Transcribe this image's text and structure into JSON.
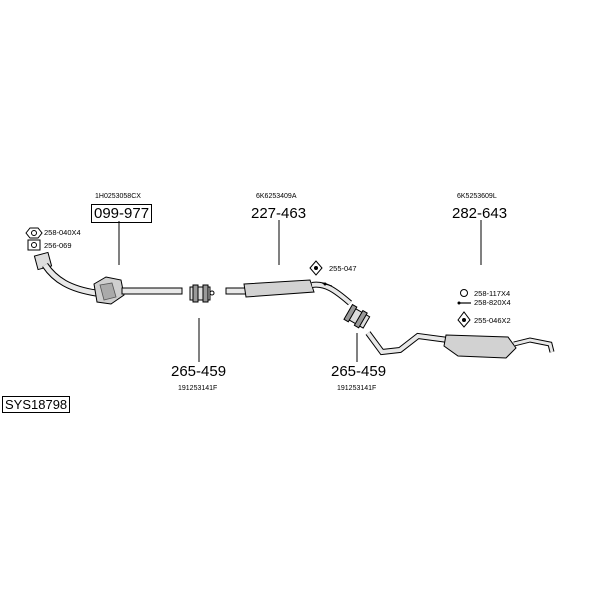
{
  "system_code": "SYS18798",
  "parts": {
    "front_pipe": {
      "number": "099-977",
      "oem": "1H0253058CX"
    },
    "middle_silencer": {
      "number": "227-463",
      "oem": "6K6253409A"
    },
    "rear_silencer": {
      "number": "282-643",
      "oem": "6K5253609L"
    },
    "clamp_left": {
      "number": "265-459",
      "oem": "191253141F"
    },
    "clamp_right": {
      "number": "265-459",
      "oem": "191253141F"
    }
  },
  "accessories": {
    "nut": "258-040X4",
    "gasket": "256-069",
    "hanger_mid": "255-047",
    "ring": "258-117X4",
    "bolt": "258-820X4",
    "hanger_rear": "255-046X2"
  }
}
